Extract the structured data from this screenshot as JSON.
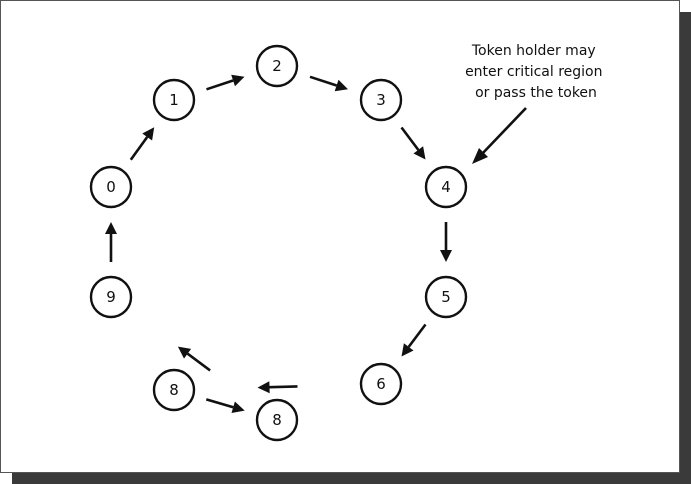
{
  "diagram": {
    "nodes": [
      {
        "id": "p0",
        "label": "0"
      },
      {
        "id": "p1",
        "label": "1"
      },
      {
        "id": "p2",
        "label": "2"
      },
      {
        "id": "p3",
        "label": "3"
      },
      {
        "id": "p4",
        "label": "4"
      },
      {
        "id": "p5",
        "label": "5"
      },
      {
        "id": "p6",
        "label": "6"
      },
      {
        "id": "p8a",
        "label": "8"
      },
      {
        "id": "p8b",
        "label": "8"
      },
      {
        "id": "p9",
        "label": "9"
      }
    ],
    "edges": [
      {
        "from": "p0",
        "to": "p1"
      },
      {
        "from": "p1",
        "to": "p2"
      },
      {
        "from": "p2",
        "to": "p3"
      },
      {
        "from": "p3",
        "to": "p4"
      },
      {
        "from": "p4",
        "to": "p5"
      },
      {
        "from": "p5",
        "to": "p6"
      },
      {
        "from": "p6",
        "to": "p8a"
      },
      {
        "from": "p8a",
        "to": "p8b"
      },
      {
        "from": "p8b",
        "to": "p9"
      },
      {
        "from": "p9",
        "to": "p0"
      }
    ],
    "callout": {
      "lines": [
        "Token holder may",
        "enter critical region",
        "or pass the token"
      ],
      "points_to": "p4"
    },
    "colors": {
      "stroke": "#111111",
      "fill": "#ffffff",
      "shadow": "#3a3a3a"
    }
  }
}
